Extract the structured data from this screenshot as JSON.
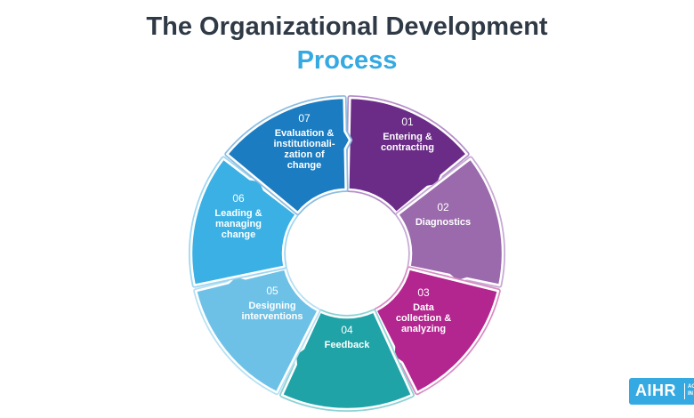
{
  "title_line1": "The Organizational Development",
  "title_line2": "Process",
  "steps": [
    {
      "num": "01",
      "lines": [
        "Entering &",
        "contracting"
      ],
      "color": "#6b2c87",
      "border": "#b58fc9"
    },
    {
      "num": "02",
      "lines": [
        "Diagnostics"
      ],
      "color": "#9a6aac",
      "border": "#c7a9d4"
    },
    {
      "num": "03",
      "lines": [
        "Data",
        "collection &",
        "analyzing"
      ],
      "color": "#b3258f",
      "border": "#d98cc4"
    },
    {
      "num": "04",
      "lines": [
        "Feedback"
      ],
      "color": "#1fa3a7",
      "border": "#8ed2d4"
    },
    {
      "num": "05",
      "lines": [
        "Designing",
        "interventions"
      ],
      "color": "#6ec1e6",
      "border": "#b7e0f3"
    },
    {
      "num": "06",
      "lines": [
        "Leading &",
        "managing",
        "change"
      ],
      "color": "#3ab0e4",
      "border": "#9dd6f1"
    },
    {
      "num": "07",
      "lines": [
        "Evaluation &",
        "institutionali-",
        "zation of",
        "change"
      ],
      "color": "#1b7cc1",
      "border": "#8dbde0"
    }
  ],
  "logo": {
    "main": "AIHR",
    "sub_line1": "AC",
    "sub_line2": "IN"
  }
}
